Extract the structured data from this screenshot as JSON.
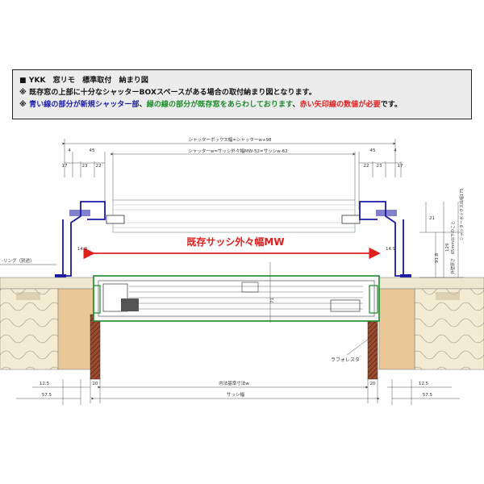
{
  "header": {
    "line1_bullet": "■",
    "line1_text": "YKK　窓リモ　標準取付　納まり図",
    "line2_mark": "※",
    "line2_text": "既存窓の上部に十分なシャッターBOXスペースがある場合の取付納まり図となります。",
    "line3_mark": "※",
    "line3_blue": "青い線の部分が新規シャッター部",
    "line3_mid": "、",
    "line3_green": "緑の線の部分が既存窓をあらわしております",
    "line3_mid2": "、",
    "line3_red": "赤い矢印線の数値が必要",
    "line3_end": "です。"
  },
  "drawing": {
    "dim_box_width": "シャッターボックス幅=シャッターw+98",
    "dim_shutter_w": "シャッターw=サッシ外々幅MW-52=サッシw-62",
    "dim_4_left": "4",
    "dim_45_left": "45",
    "dim_45_right": "45",
    "dim_4_right": "4",
    "dim_17_left": "17",
    "dim_23_left": "23",
    "dim_22_left": "22",
    "dim_22_right": "22",
    "dim_23_right": "23",
    "dim_17_right": "17",
    "dim_14_9_left": "14.9",
    "dim_14_9_right": "14.9",
    "main_label": "既存サッシ外々幅MW",
    "oring_label": "-リング（別途）",
    "dim_21": "21",
    "dim_129": "129",
    "dim_91_8": "91.8",
    "dim_175": "シャッターボックス出幅175",
    "dim_wall": "外壁厚さ　65mm以下のこと",
    "dim_71": "71",
    "lafore_label": "ラフォレスタ",
    "dim_inner": "内法基準寸法w",
    "dim_sash": "サッシ幅",
    "dim_20_left": "20",
    "dim_20_right": "20",
    "dim_12_5_left": "12.5",
    "dim_12_5_right": "12.5",
    "dim_57_5_left": "57.5",
    "dim_57_5_right": "57.5"
  },
  "colors": {
    "new_shutter": "#1a1aa8",
    "existing_window": "#1c8a2a",
    "required_dimension": "#e01e1e",
    "wood": "#e9c796",
    "insulation": "#f4ecd2",
    "brick": "#9b4b2e"
  }
}
